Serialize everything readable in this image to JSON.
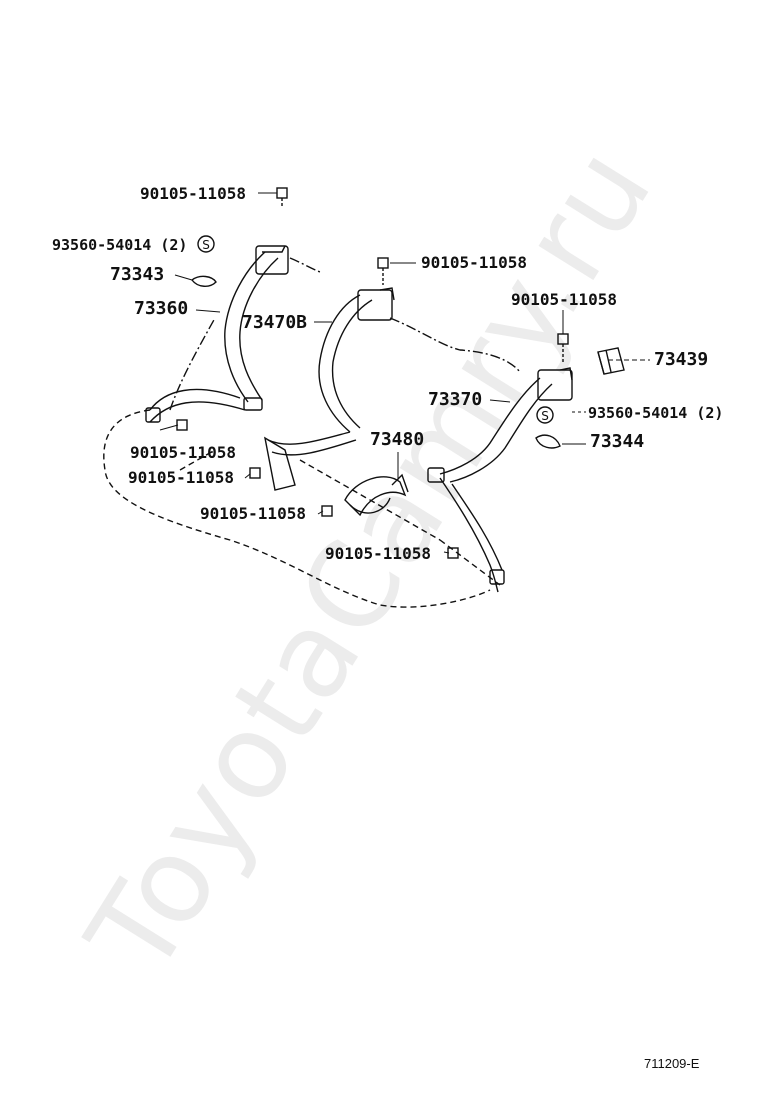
{
  "watermark": "ToyotaCamry.ru",
  "diagram_id": "711209-E",
  "labels": {
    "bolt_top_left": "90105-11058",
    "nut_left": "93560-54014 (2)",
    "cover_left": "73343",
    "belt_outer_left": "73360",
    "belt_center": "73470B",
    "bolt_top_center": "90105-11058",
    "bolt_top_right": "90105-11058",
    "cover_right_box": "73439",
    "belt_outer_right": "73370",
    "nut_right": "93560-54014 (2)",
    "cover_right": "73344",
    "buckle": "73480",
    "bolt_left_1": "90105-11058",
    "bolt_left_2": "90105-11058",
    "bolt_center_low": "90105-11058",
    "bolt_right_low": "90105-11058"
  },
  "symbols": {
    "s_mark": "S"
  }
}
